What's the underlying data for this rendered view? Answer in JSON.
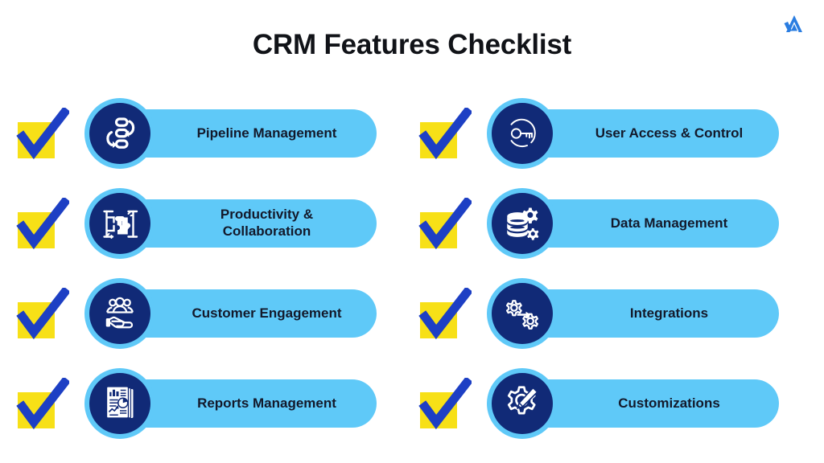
{
  "header": {
    "title": "CRM Features Checklist",
    "logo_icon": "mountain-logo-icon",
    "logo_color": "#2A7DE1"
  },
  "theme": {
    "pill_background": "#5FC9F8",
    "badge_disc": "#112A77",
    "checkbox_square": "#F7E017",
    "checkmark": "#1D3FC4",
    "text_color": "#13192B",
    "page_background": "#FFFFFF"
  },
  "checklist": {
    "columns": [
      {
        "name": "left-column",
        "items": [
          {
            "label": "Pipeline Management",
            "icon": "pipeline-flow-icon",
            "checked": true
          },
          {
            "label": "Productivity &\nCollaboration",
            "icon": "puzzle-collaboration-icon",
            "checked": true
          },
          {
            "label": "Customer Engagement",
            "icon": "hand-holding-users-icon",
            "checked": true
          },
          {
            "label": "Reports Management",
            "icon": "report-document-icon",
            "checked": true
          }
        ]
      },
      {
        "name": "right-column",
        "items": [
          {
            "label": "User Access & Control",
            "icon": "key-circle-icon",
            "checked": true
          },
          {
            "label": "Data Management",
            "icon": "database-gears-icon",
            "checked": true
          },
          {
            "label": "Integrations",
            "icon": "two-gears-arrow-icon",
            "checked": true
          },
          {
            "label": "Customizations",
            "icon": "gear-pencil-icon",
            "checked": true
          }
        ]
      }
    ]
  }
}
